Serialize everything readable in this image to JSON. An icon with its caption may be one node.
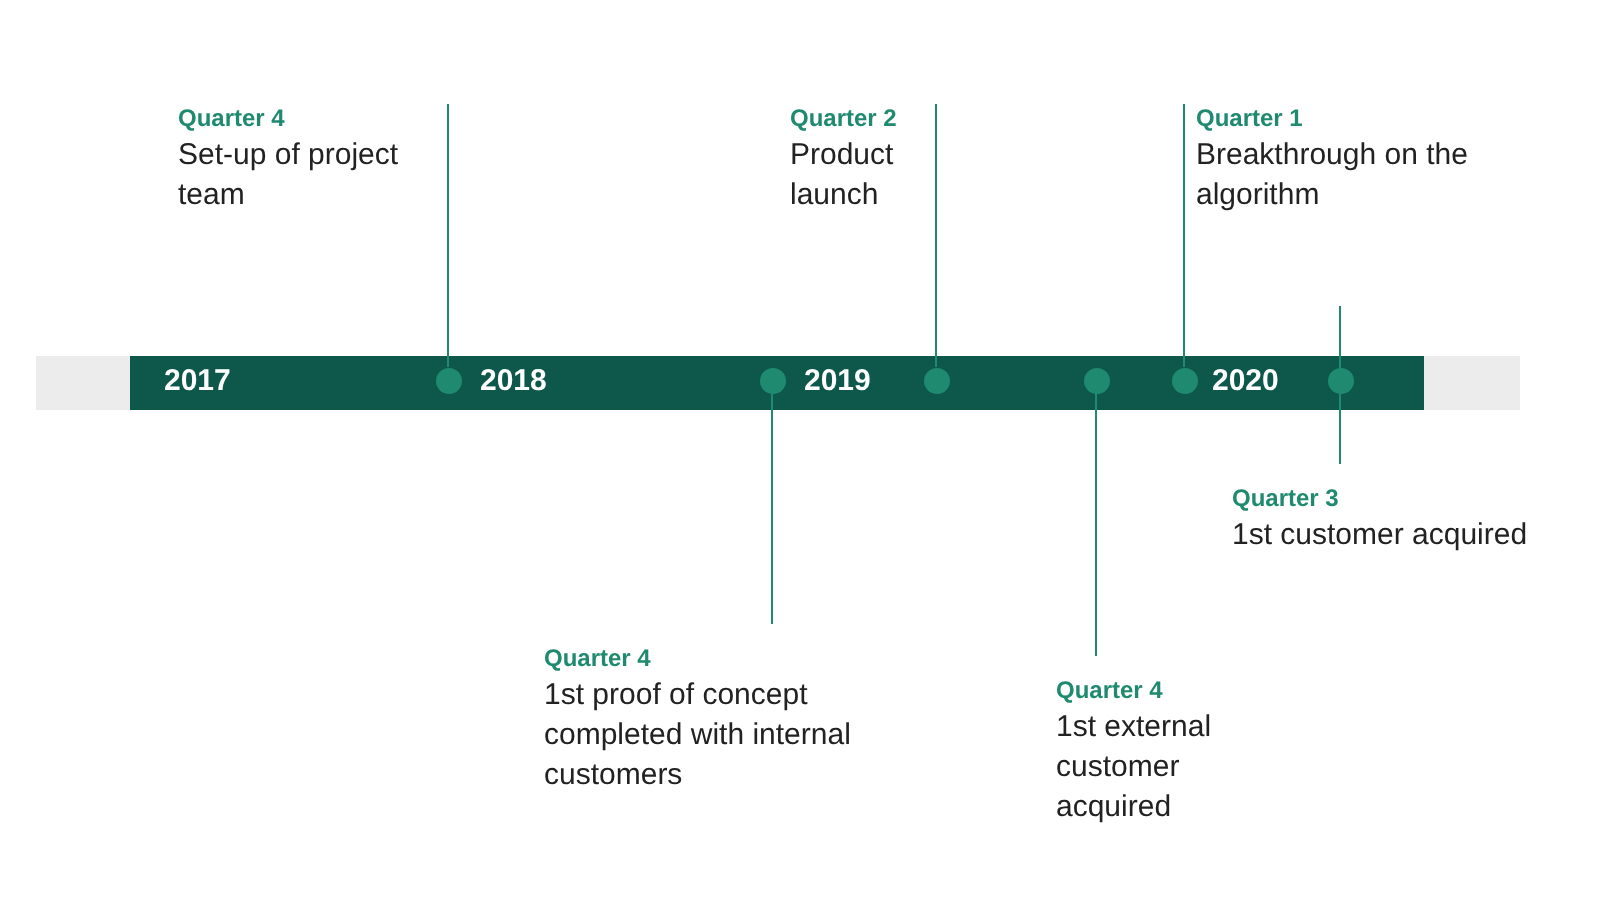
{
  "diagram": {
    "nodes": [
      {
        "text": [
          "Quarter 4",
          "Set-up of project team"
        ]
      },
      {
        "text": [
          "Quarter 2",
          "Product launch"
        ]
      },
      {
        "text": [
          "Quarter 1",
          "Breakthrough on the algorithm"
        ]
      },
      {
        "text": [
          "Quarter 3",
          "1st customer acquired"
        ]
      },
      {
        "text": [
          "Quarter 4",
          "1st proof of concept completed with internal customers"
        ]
      },
      {
        "text": [
          "Quarter 4",
          "1st external customer acquired"
        ]
      },
      {
        "text": [],
        "shape": "circle"
      },
      {
        "text": [],
        "shape": "circle"
      },
      {
        "text": [],
        "shape": "circle"
      },
      {
        "text": [],
        "shape": "circle"
      },
      {
        "text": [],
        "shape": "circle"
      },
      {
        "text": [],
        "shape": "circle"
      }
    ],
    "edges": [
      {
        "from": 0,
        "to": 6,
        "arrow": "none"
      },
      {
        "from": 4,
        "to": 7,
        "arrow": "none"
      },
      {
        "from": 1,
        "to": 8,
        "arrow": "none"
      },
      {
        "from": 5,
        "to": 9,
        "arrow": "none"
      },
      {
        "from": 2,
        "to": 10,
        "arrow": "none"
      },
      {
        "from": 3,
        "to": 11,
        "arrow": "none"
      }
    ],
    "labels": [
      "2017",
      "2018",
      "2019",
      "2020"
    ]
  }
}
